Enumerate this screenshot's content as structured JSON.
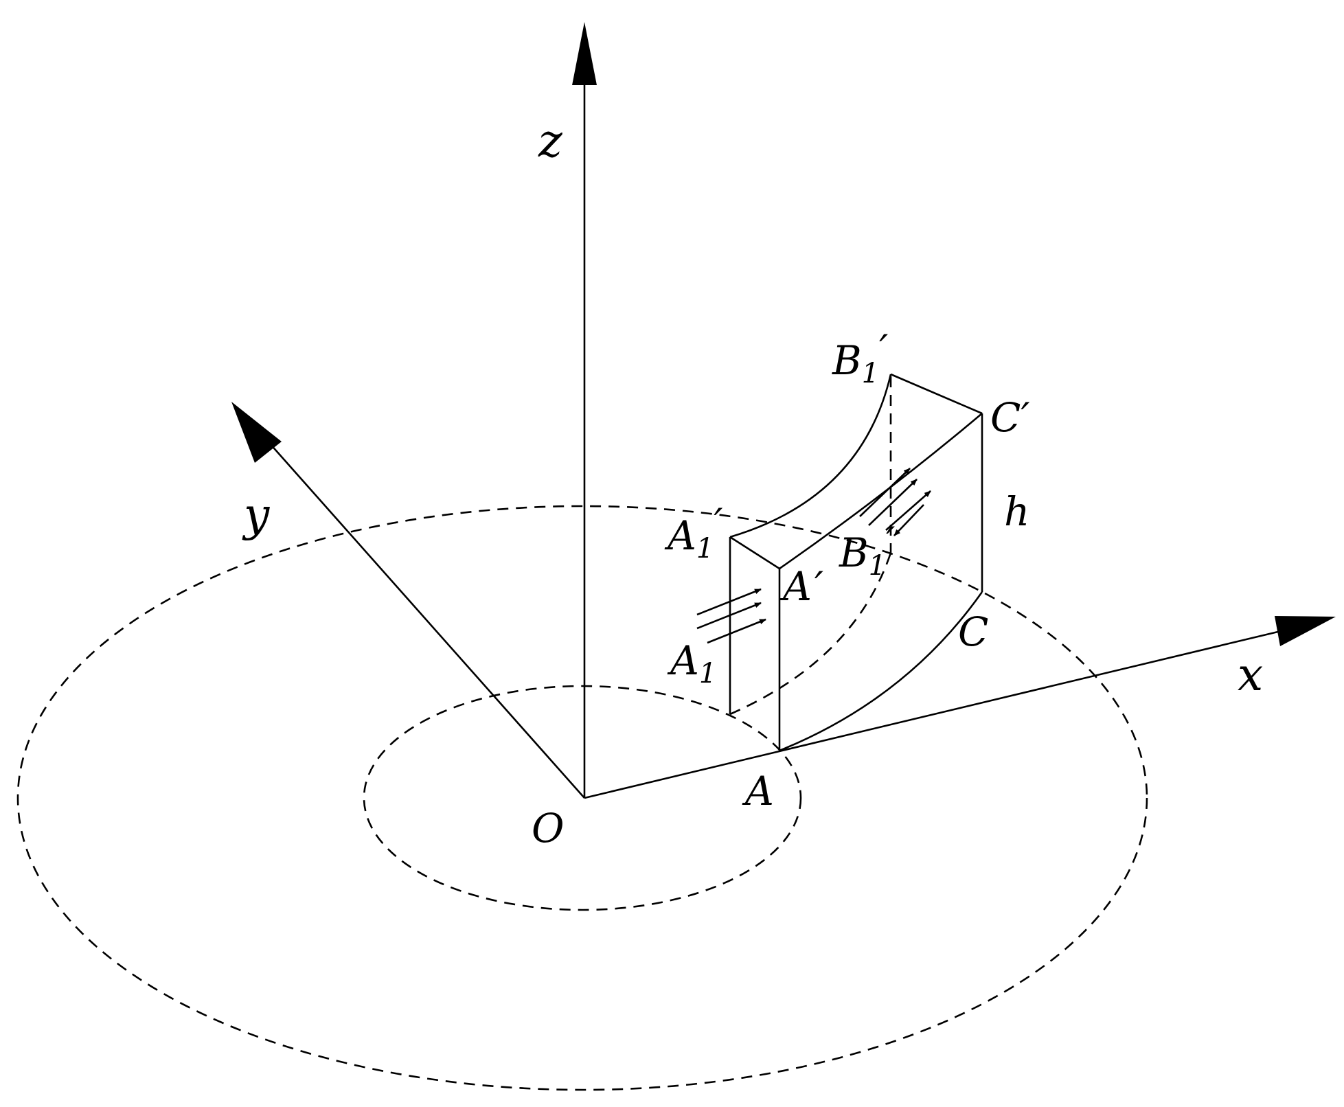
{
  "axes": {
    "x": "x",
    "y": "y",
    "z": "z"
  },
  "points": {
    "origin": "O",
    "A": "A",
    "A_prime": "A",
    "A_prime_mark": "′",
    "A1": "A",
    "A1_sub": "1",
    "A1_prime": "A",
    "A1_prime_sub": "1",
    "A1_prime_mark": "′",
    "B1": "B",
    "B1_sub": "1",
    "B1_prime": "B",
    "B1_prime_sub": "1",
    "B1_prime_mark": "′",
    "B1_lower_mark": "′",
    "C": "C",
    "C_prime": "C′",
    "height": "h"
  }
}
